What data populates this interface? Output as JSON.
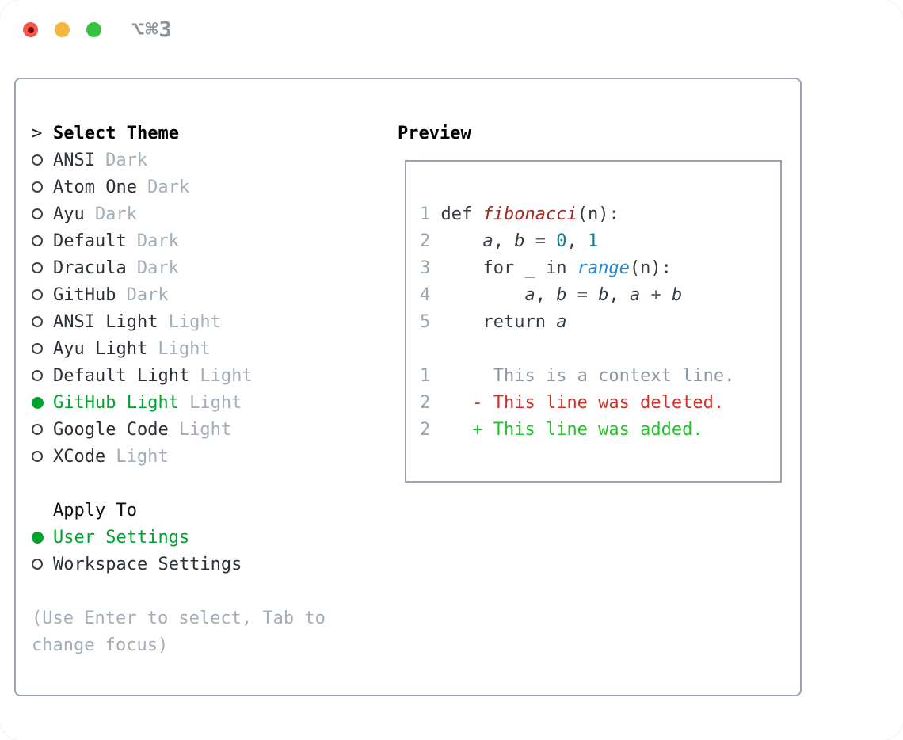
{
  "window": {
    "title": "⌥⌘3",
    "traffic_lights": {
      "close": "#f4564d",
      "minimize": "#f6b63e",
      "zoom": "#35c33f"
    }
  },
  "theme_picker": {
    "header_prefix": ">",
    "header": "Select Theme",
    "themes": [
      {
        "name": "ANSI",
        "variant": "Dark",
        "selected": false
      },
      {
        "name": "Atom One",
        "variant": "Dark",
        "selected": false
      },
      {
        "name": "Ayu",
        "variant": "Dark",
        "selected": false
      },
      {
        "name": "Default",
        "variant": "Dark",
        "selected": false
      },
      {
        "name": "Dracula",
        "variant": "Dark",
        "selected": false
      },
      {
        "name": "GitHub",
        "variant": "Dark",
        "selected": false
      },
      {
        "name": "ANSI Light",
        "variant": "Light",
        "selected": false
      },
      {
        "name": "Ayu Light",
        "variant": "Light",
        "selected": false
      },
      {
        "name": "Default Light",
        "variant": "Light",
        "selected": false
      },
      {
        "name": "GitHub Light",
        "variant": "Light",
        "selected": true
      },
      {
        "name": "Google Code",
        "variant": "Light",
        "selected": false
      },
      {
        "name": "XCode",
        "variant": "Light",
        "selected": false
      }
    ],
    "apply_header": "Apply To",
    "apply_options": [
      {
        "name": "User Settings",
        "selected": true
      },
      {
        "name": "Workspace Settings",
        "selected": false
      }
    ],
    "hint_line1": "(Use Enter to select, Tab to",
    "hint_line2": "change focus)"
  },
  "preview": {
    "header": "Preview",
    "lines": [
      {
        "tokens": [
          {
            "t": "1 ",
            "c": "lineno"
          },
          {
            "t": "def ",
            "c": "plain"
          },
          {
            "t": "fibonacci",
            "c": "func"
          },
          {
            "t": "(n):",
            "c": "plain"
          }
        ]
      },
      {
        "tokens": [
          {
            "t": "2 ",
            "c": "lineno"
          },
          {
            "t": "    ",
            "c": "plain"
          },
          {
            "t": "a",
            "c": "var"
          },
          {
            "t": ", ",
            "c": "plain"
          },
          {
            "t": "b",
            "c": "var"
          },
          {
            "t": " ",
            "c": "plain"
          },
          {
            "t": "=",
            "c": "op"
          },
          {
            "t": " ",
            "c": "plain"
          },
          {
            "t": "0",
            "c": "num"
          },
          {
            "t": ", ",
            "c": "plain"
          },
          {
            "t": "1",
            "c": "num"
          }
        ]
      },
      {
        "tokens": [
          {
            "t": "3 ",
            "c": "lineno"
          },
          {
            "t": "    for _ in ",
            "c": "plain"
          },
          {
            "t": "range",
            "c": "builtin"
          },
          {
            "t": "(n):",
            "c": "plain"
          }
        ]
      },
      {
        "tokens": [
          {
            "t": "4 ",
            "c": "lineno"
          },
          {
            "t": "        ",
            "c": "plain"
          },
          {
            "t": "a",
            "c": "var"
          },
          {
            "t": ", ",
            "c": "plain"
          },
          {
            "t": "b",
            "c": "var"
          },
          {
            "t": " ",
            "c": "plain"
          },
          {
            "t": "=",
            "c": "op"
          },
          {
            "t": " ",
            "c": "plain"
          },
          {
            "t": "b",
            "c": "var"
          },
          {
            "t": ", ",
            "c": "plain"
          },
          {
            "t": "a",
            "c": "var"
          },
          {
            "t": " ",
            "c": "plain"
          },
          {
            "t": "+",
            "c": "op"
          },
          {
            "t": " ",
            "c": "plain"
          },
          {
            "t": "b",
            "c": "var"
          }
        ]
      },
      {
        "tokens": [
          {
            "t": "5 ",
            "c": "lineno"
          },
          {
            "t": "    return ",
            "c": "plain"
          },
          {
            "t": "a",
            "c": "var"
          }
        ]
      },
      {
        "tokens": []
      },
      {
        "tokens": [
          {
            "t": "1",
            "c": "lineno"
          },
          {
            "t": "      This is a context line.",
            "c": "ctx"
          }
        ]
      },
      {
        "tokens": [
          {
            "t": "2",
            "c": "lineno"
          },
          {
            "t": "    ",
            "c": "plain"
          },
          {
            "t": "- This line was deleted.",
            "c": "del"
          }
        ]
      },
      {
        "tokens": [
          {
            "t": "2",
            "c": "lineno"
          },
          {
            "t": "    ",
            "c": "plain"
          },
          {
            "t": "+ This line was added.",
            "c": "add"
          }
        ]
      }
    ]
  },
  "colors": {
    "selection_green": "#00a32e",
    "diff_added": "#23c32a",
    "diff_deleted": "#cf3126",
    "function_red": "#a72822",
    "builtin_blue": "#2187d4",
    "number_teal": "#0e7f8b",
    "muted_gray": "#a4aeb8",
    "panel_border": "#9aa5b1"
  }
}
